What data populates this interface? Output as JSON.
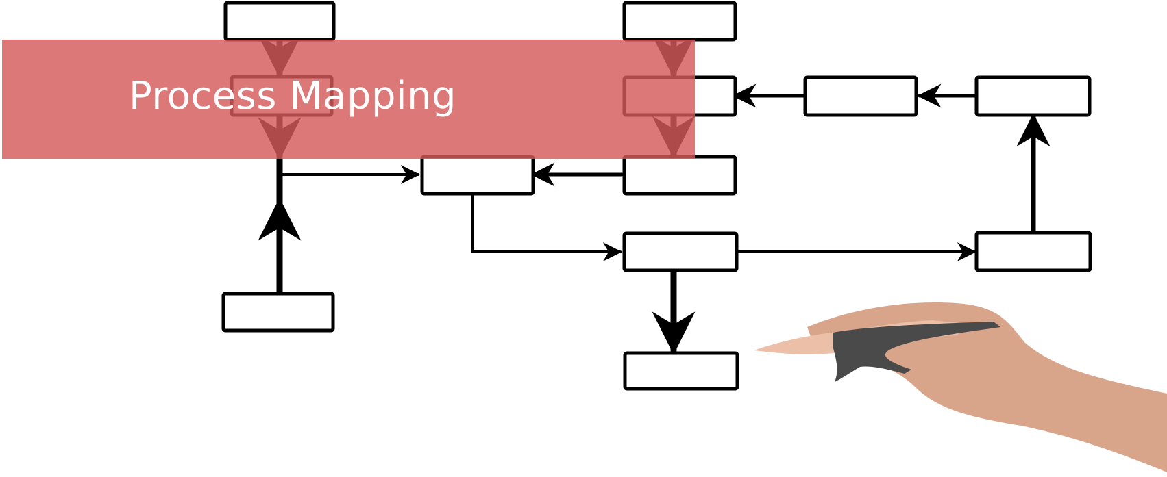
{
  "slide": {
    "title": "Process Mapping"
  },
  "colors": {
    "banner": "#d65a5c",
    "title_text": "#ffffff",
    "diagram_stroke": "#000000",
    "box_fill": "#ffffff",
    "skin": "#d9a58a",
    "skin_light": "#ecbfa8",
    "pen": "#4a4a4a"
  },
  "diagram": {
    "node_count": 12,
    "connector_count": 13,
    "illustration": "hand-drawing-flowchart"
  }
}
